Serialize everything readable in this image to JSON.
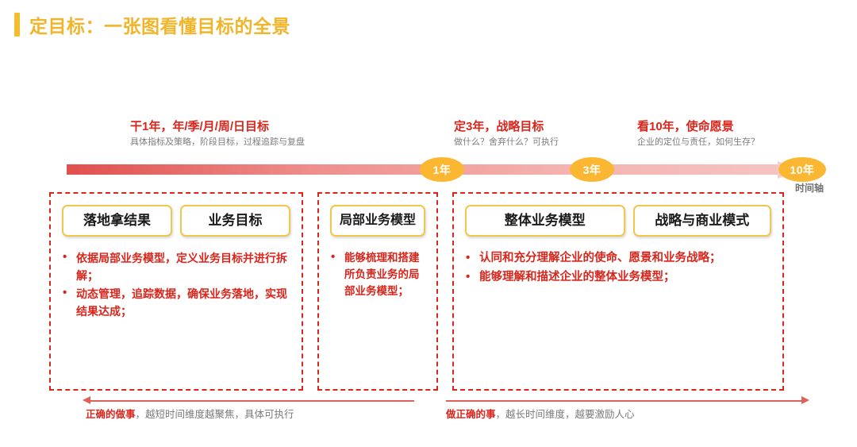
{
  "title": {
    "text": "定目标：一张图看懂目标的全景",
    "accent_color": "#F0B52B"
  },
  "phases": [
    {
      "title": "干1年，年/季/月/周/日目标",
      "subtitle": "具体指标及策略，阶段目标，过程追踪与复盘"
    },
    {
      "title": "定3年，战略目标",
      "subtitle": "做什么？舍弃什么？可执行"
    },
    {
      "title": "看10年，使命愿景",
      "subtitle": "企业的定位与责任，如何生存？"
    }
  ],
  "timeline": {
    "badges": [
      "1年",
      "3年",
      "10年"
    ],
    "axis_label": "时间轴",
    "track_start_color": "#E0504E",
    "track_end_color": "#F6C3C0",
    "badge_color": "#FBB731"
  },
  "panels": [
    {
      "chips": [
        "落地拿结果",
        "业务目标"
      ],
      "bullets": [
        "依据局部业务模型，定义业务目标并进行拆解；",
        "动态管理，追踪数据，确保业务落地，实现结果达成；"
      ]
    },
    {
      "chips": [
        "局部业务模型"
      ],
      "bullets": [
        "能够梳理和搭建所负责业务的局部业务模型；"
      ]
    },
    {
      "chips": [
        "整体业务模型",
        "战略与商业模式"
      ],
      "bullets": [
        "认同和充分理解企业的使命、愿景和业务战略；",
        "能够理解和描述企业的整体业务模型；"
      ]
    }
  ],
  "footer": {
    "left": {
      "strong": "正确的做事",
      "rest": "，越短时间维度越聚焦，具体可执行"
    },
    "right": {
      "strong": "做正确的事",
      "rest": "，越长时间维度，越要激励人心"
    }
  }
}
